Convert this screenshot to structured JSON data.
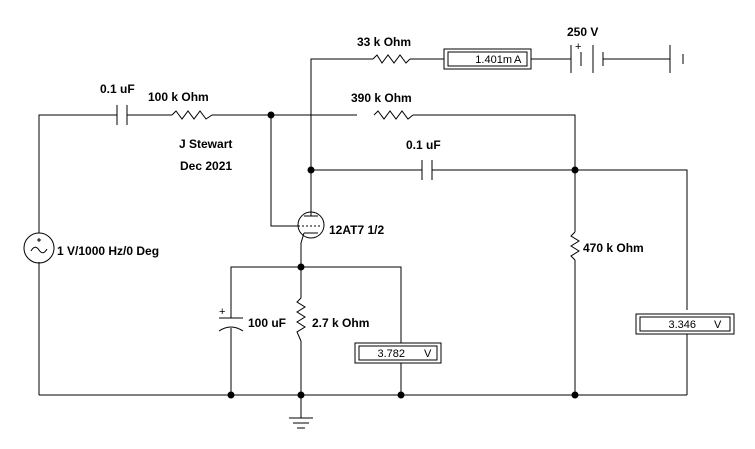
{
  "labels": {
    "cap_in": "0.1 uF",
    "r_grid": "100 k Ohm",
    "r_33k": "33 k Ohm",
    "battery": "250 V",
    "r_390k": "390 k Ohm",
    "cap_out": "0.1 uF",
    "author": "J Stewart",
    "date": "Dec 2021",
    "tube": "12AT7 1/2",
    "source": "1 V/1000 Hz/0 Deg",
    "r_470k": "470 k Ohm",
    "cap_cathode": "100 uF",
    "r_cathode": "2.7 k Ohm"
  },
  "meters": {
    "ammeter_value": "1.401m",
    "ammeter_unit": "A",
    "cathode_voltmeter_value": "3.782",
    "cathode_voltmeter_unit": "V",
    "output_voltmeter_value": "3.346",
    "output_voltmeter_unit": "V"
  },
  "capacitor_polarity": "+"
}
